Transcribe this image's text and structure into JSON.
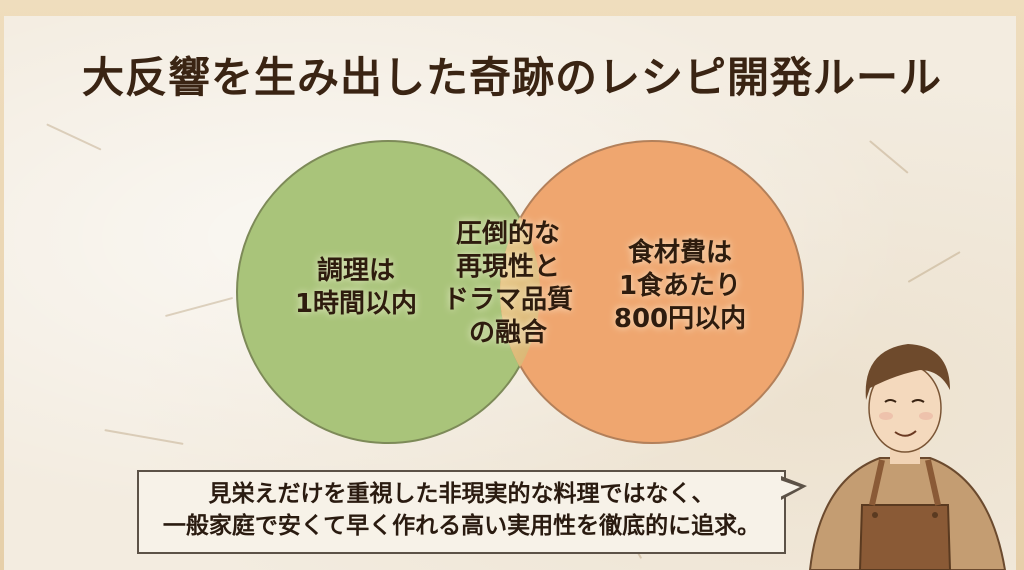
{
  "title": "大反響を生み出した奇跡のレシピ開発ルール",
  "venn": {
    "left": {
      "lines": [
        "調理は",
        "1時間以内"
      ],
      "color": "#a9c47a"
    },
    "right": {
      "lines": [
        "食材費は",
        "1食あたり",
        "800円以内"
      ],
      "color": "#efa66f"
    },
    "center": {
      "lines": [
        "圧倒的な",
        "再現性と",
        "ドラマ品質",
        "の融合"
      ],
      "color": "#e9c98a"
    }
  },
  "speech_bubble": {
    "lines": [
      "見栄えだけを重視した非現実的な料理ではなく、",
      "一般家庭で安くて早く作れる高い実用性を徹底的に追求。"
    ]
  },
  "illustration": {
    "subject": "smiling-chef-in-apron",
    "apron_color": "#8a5a36",
    "sweater_color": "#c49d72"
  },
  "colors": {
    "title": "#3a2413",
    "paper": "#f3ece0",
    "frame": "#e6cfa9"
  }
}
